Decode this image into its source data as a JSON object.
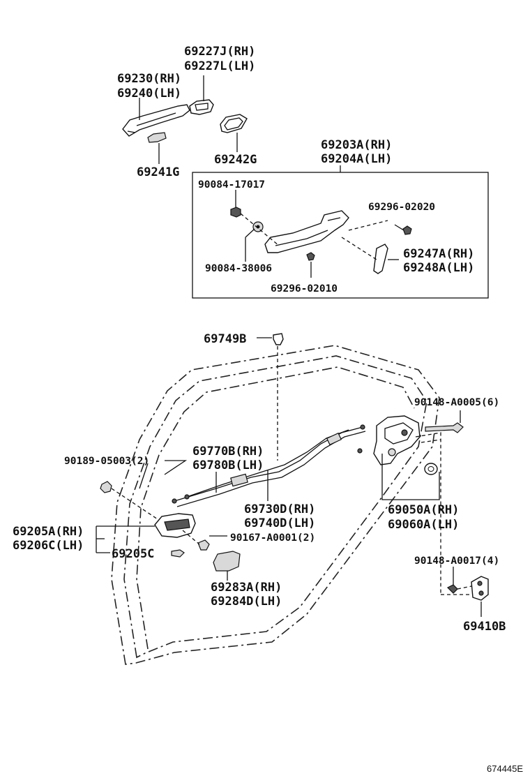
{
  "diagram_ref": "674445E",
  "labels": {
    "p69227j": "69227J(RH)",
    "p69227l": "69227L(LH)",
    "p69230": "69230(RH)",
    "p69240": "69240(LH)",
    "p69241g": "69241G",
    "p69242g": "69242G",
    "p69203a": "69203A(RH)",
    "p69204a": "69204A(LH)",
    "p90084_17017": "90084-17017",
    "p69296_02020": "69296-02020",
    "p90084_38006": "90084-38006",
    "p69247a": "69247A(RH)",
    "p69248a": "69248A(LH)",
    "p69296_02010": "69296-02010",
    "p69749b": "69749B",
    "p90148_a0005": "90148-A0005(6)",
    "p69770b": "69770B(RH)",
    "p69780b": "69780B(LH)",
    "p90189_05003": "90189-05003(2)",
    "p69730d": "69730D(RH)",
    "p69740d": "69740D(LH)",
    "p69050a": "69050A(RH)",
    "p69060a": "69060A(LH)",
    "p69205a": "69205A(RH)",
    "p69206c": "69206C(LH)",
    "p90167_a0001": "90167-A0001(2)",
    "p69205c": "69205C",
    "p69283a": "69283A(RH)",
    "p69284d": "69284D(LH)",
    "p90148_a0017": "90148-A0017(4)",
    "p69410b": "69410B"
  }
}
